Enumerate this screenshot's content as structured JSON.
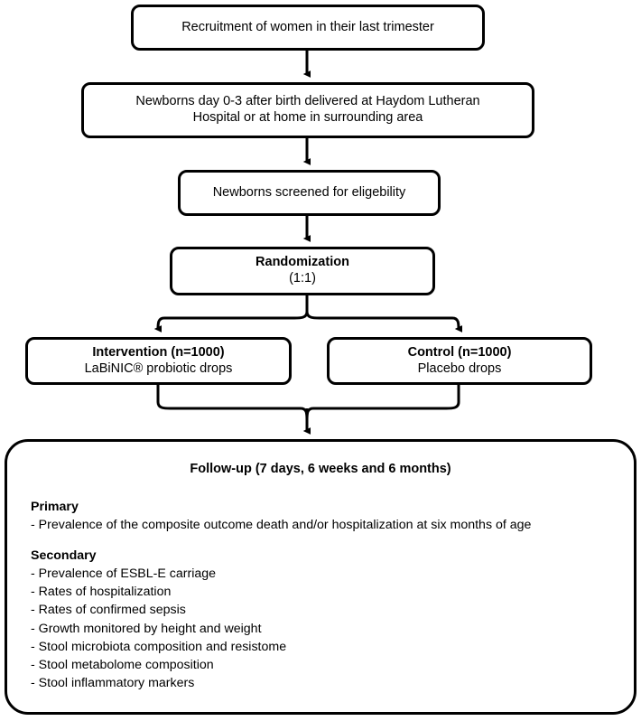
{
  "diagram": {
    "title_implied": "Trial flow diagram",
    "colors": {
      "stroke": "#000000",
      "fill": "#ffffff",
      "text": "#000000"
    },
    "nodes": {
      "recruitment": {
        "lines": [
          "Recruitment of women in their last trimester"
        ]
      },
      "newborns_delivery": {
        "lines": [
          "Newborns day 0-3 after birth delivered at Haydom Lutheran",
          "Hospital or at home in surrounding area"
        ]
      },
      "screening": {
        "lines": [
          "Newborns screened for eligebility"
        ]
      },
      "randomization": {
        "title": "Randomization",
        "ratio": "(1:1)"
      },
      "intervention": {
        "title": "Intervention (n=1000)",
        "detail": "LaBiNIC® probiotic drops"
      },
      "control": {
        "title": "Control (n=1000)",
        "detail": "Placebo drops"
      },
      "followup": {
        "title": "Follow-up (7 days, 6 weeks and 6 months)",
        "primary_heading": "Primary",
        "primary_items": [
          "- Prevalence of the composite outcome death and/or hospitalization at six months of age"
        ],
        "secondary_heading": "Secondary",
        "secondary_items": [
          "- Prevalence of ESBL-E carriage",
          "- Rates of hospitalization",
          "- Rates of confirmed sepsis",
          "- Growth monitored by height and weight",
          "- Stool microbiota composition and resistome",
          "- Stool metabolome composition",
          "- Stool inflammatory markers"
        ]
      }
    },
    "connectors": [
      {
        "name": "recruitment-to-newborns",
        "kind": "arrow-down"
      },
      {
        "name": "newborns-to-screening",
        "kind": "arrow-down"
      },
      {
        "name": "screening-to-randomization",
        "kind": "arrow-down"
      },
      {
        "name": "randomization-split",
        "kind": "split-two-arrows-down"
      },
      {
        "name": "arms-merge-to-followup",
        "kind": "merge-arrow-down"
      }
    ]
  }
}
